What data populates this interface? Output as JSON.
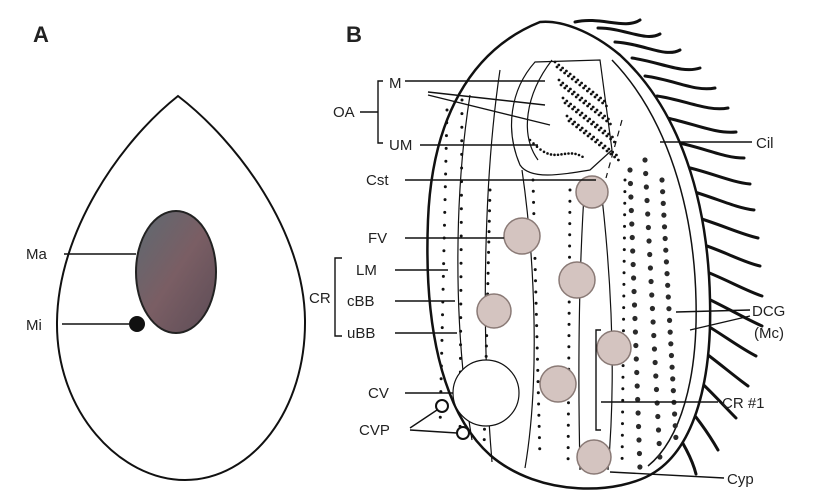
{
  "figure": {
    "panel_a": {
      "letter": "A",
      "labels": {
        "ma": "Ma",
        "mi": "Mi"
      }
    },
    "panel_b": {
      "letter": "B",
      "labels": {
        "oa": "OA",
        "m": "M",
        "um": "UM",
        "cst": "Cst",
        "fv": "FV",
        "cr": "CR",
        "lm": "LM",
        "cbb": "cBB",
        "ubb": "uBB",
        "cv": "CV",
        "cvp": "CVP",
        "cil": "Cil",
        "dcg": "DCG",
        "mc": "(Mc)",
        "cr1": "CR #1",
        "cyp": "Cyp"
      }
    }
  },
  "colors": {
    "line": "#111111",
    "macronucleus": "#6e5a62",
    "vacuole_fill": "#d4c4c0",
    "vacuole_stroke": "#8a7a76"
  }
}
